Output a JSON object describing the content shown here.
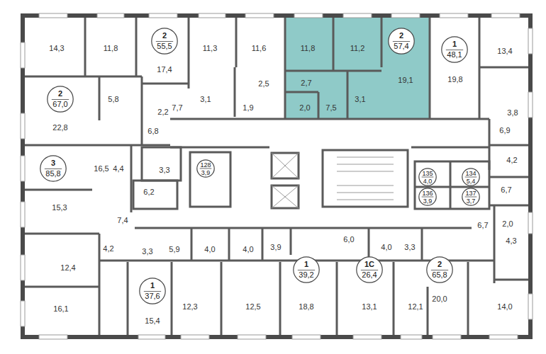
{
  "diagram": {
    "nodes": [
      {
        "text": [
          "2",
          "55,5"
        ]
      },
      {
        "text": [
          "2",
          "57,4"
        ]
      },
      {
        "text": [
          "1",
          "48,1"
        ]
      },
      {
        "text": [
          "2",
          "67,0"
        ]
      },
      {
        "text": [
          "3",
          "85,8"
        ]
      },
      {
        "text": [
          "128",
          "3,9"
        ]
      },
      {
        "text": [
          "135",
          "4,0"
        ]
      },
      {
        "text": [
          "134",
          "5,4"
        ]
      },
      {
        "text": [
          "136",
          "3,9"
        ]
      },
      {
        "text": [
          "137",
          "3,7"
        ]
      },
      {
        "text": [
          "1",
          "39,2"
        ]
      },
      {
        "text": [
          "1С",
          "26,4"
        ]
      },
      {
        "text": [
          "2",
          "65,8"
        ]
      },
      {
        "text": [
          "1",
          "37,6"
        ]
      }
    ],
    "labels": [
      "14,3",
      "11,8",
      "17,4",
      "11,3",
      "11,6",
      "11,8",
      "11,2",
      "19,1",
      "19,8",
      "13,4",
      "2,5",
      "3,1",
      "7,7",
      "1,9",
      "2,7",
      "2,0",
      "7,5",
      "3,1",
      "5,8",
      "2,2",
      "22,8",
      "6,8",
      "3,8",
      "6,9",
      "4,2",
      "16,5",
      "4,4",
      "3,3",
      "6,2",
      "6,7",
      "15,3",
      "7,4",
      "6,7",
      "2,0",
      "4,3",
      "4,2",
      "3,3",
      "5,9",
      "4,0",
      "4,0",
      "3,9",
      "6,0",
      "4,0",
      "3,3",
      "12,4",
      "16,1",
      "15,4",
      "12,3",
      "12,5",
      "18,8",
      "13,1",
      "12,1",
      "20,0",
      "14,0"
    ]
  }
}
